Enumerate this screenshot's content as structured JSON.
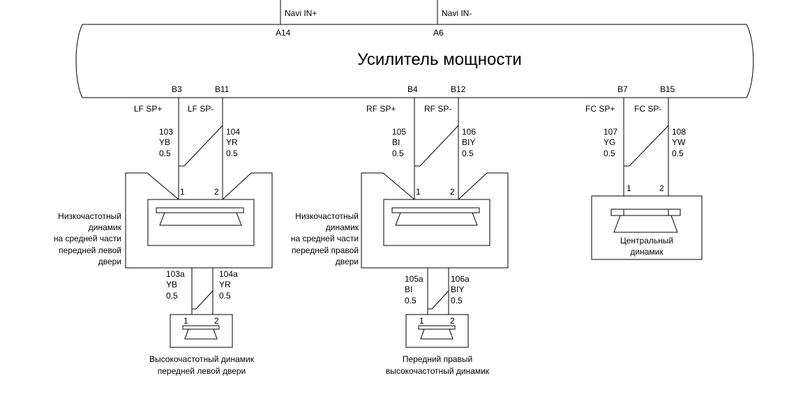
{
  "amplifier": {
    "title": "Усилитель мощности",
    "inputs": [
      {
        "signal": "Navi IN+",
        "pin": "A14"
      },
      {
        "signal": "Navi IN-",
        "pin": "A6"
      }
    ]
  },
  "outputs": [
    {
      "pins": [
        "B3",
        "B11"
      ],
      "signals": [
        "LF SP+",
        "LF SP-"
      ],
      "wires": [
        {
          "id": "103",
          "color": "YB",
          "gauge": "0.5"
        },
        {
          "id": "104",
          "color": "YR",
          "gauge": "0.5"
        }
      ]
    },
    {
      "pins": [
        "B4",
        "B12"
      ],
      "signals": [
        "RF SP+",
        "RF SP-"
      ],
      "wires": [
        {
          "id": "105",
          "color": "BI",
          "gauge": "0.5"
        },
        {
          "id": "106",
          "color": "BIY",
          "gauge": "0.5"
        }
      ]
    },
    {
      "pins": [
        "B7",
        "B15"
      ],
      "signals": [
        "FC SP+",
        "FC SP-"
      ],
      "wires": [
        {
          "id": "107",
          "color": "YG",
          "gauge": "0.5"
        },
        {
          "id": "108",
          "color": "YW",
          "gauge": "0.5"
        }
      ]
    }
  ],
  "woofers": [
    {
      "name_lines": [
        "Низкочастотный",
        "динамик",
        "на средней части",
        "передней левой",
        "двери"
      ],
      "terminals": [
        "1",
        "2"
      ],
      "tweeter_wires": [
        {
          "id": "103a",
          "color": "YB",
          "gauge": "0.5"
        },
        {
          "id": "104a",
          "color": "YR",
          "gauge": "0.5"
        }
      ]
    },
    {
      "name_lines": [
        "Низкочастотный",
        "динамик",
        "на средней части",
        "передней правой",
        "двери"
      ],
      "terminals": [
        "1",
        "2"
      ],
      "tweeter_wires": [
        {
          "id": "105a",
          "color": "BI",
          "gauge": "0.5"
        },
        {
          "id": "106a",
          "color": "BIY",
          "gauge": "0.5"
        }
      ]
    }
  ],
  "center_speaker": {
    "name_lines": [
      "Центральный",
      "динамик"
    ],
    "terminals": [
      "1",
      "2"
    ]
  },
  "tweeters": [
    {
      "name_lines": [
        "Высокочастотный динамик",
        "передней левой двери"
      ],
      "terminals": [
        "1",
        "2"
      ]
    },
    {
      "name_lines": [
        "Передний правый",
        "высокочастотный динамик"
      ],
      "terminals": [
        "1",
        "2"
      ]
    }
  ]
}
